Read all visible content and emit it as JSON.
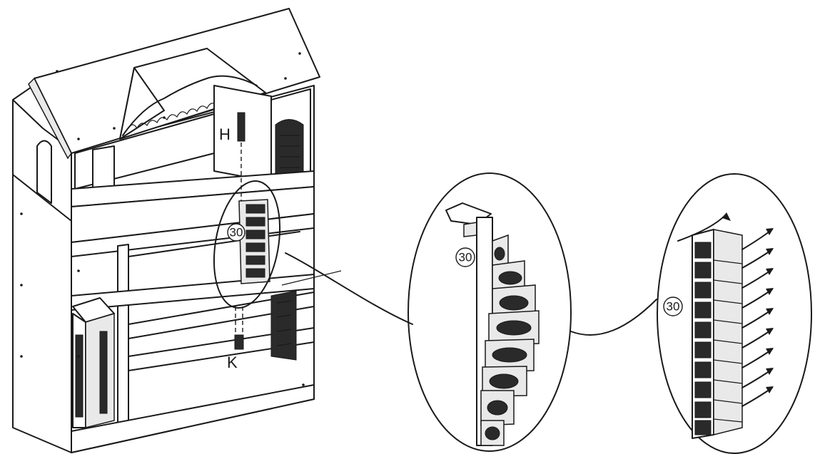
{
  "labels": {
    "part_h": "H",
    "part_k": "K",
    "part_number_house": "30",
    "part_number_detail": "30",
    "part_number_stack": "30"
  },
  "colors": {
    "line": "#1a1a1a",
    "background": "#ffffff",
    "shade": "#e9e9e9"
  }
}
